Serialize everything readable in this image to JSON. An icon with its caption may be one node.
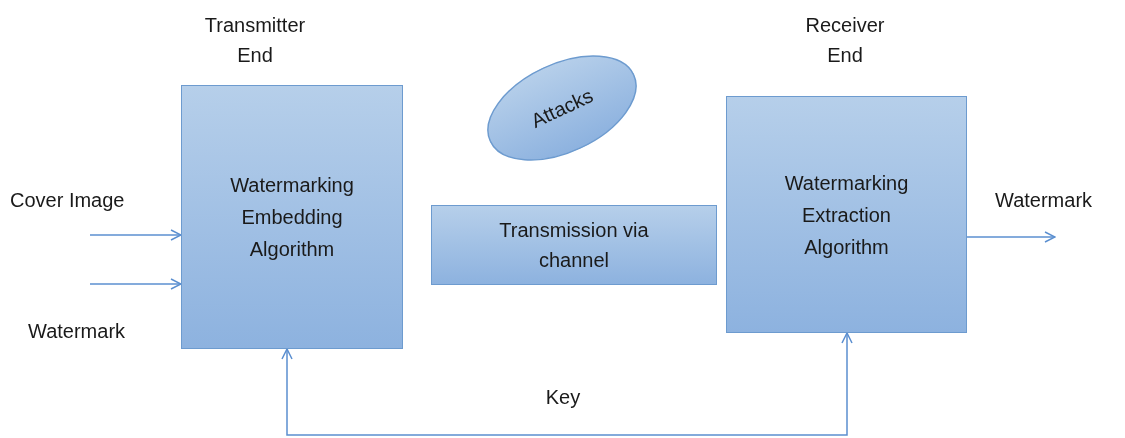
{
  "diagram": {
    "nodes": [
      {
        "text": [
          "Watermarking Embedding Algorithm"
        ],
        "beside": [
          "Transmitter End"
        ]
      },
      {
        "text": [
          "Attacks"
        ]
      },
      {
        "text": [
          "Transmission via channel"
        ]
      },
      {
        "text": [
          "Watermarking Extraction Algorithm"
        ],
        "beside": [
          "Receiver End"
        ]
      }
    ],
    "edges": [
      {
        "from": null,
        "to": 0,
        "arrow": "to"
      },
      {
        "from": null,
        "to": 0,
        "arrow": "to"
      },
      {
        "from": 3,
        "to": null,
        "arrow": "to"
      },
      {
        "from": null,
        "to": 0,
        "arrow": "to"
      },
      {
        "from": null,
        "to": 3,
        "arrow": "to"
      }
    ],
    "labels": [
      "Cover Image",
      "Watermark",
      "Watermark",
      "Key"
    ]
  }
}
